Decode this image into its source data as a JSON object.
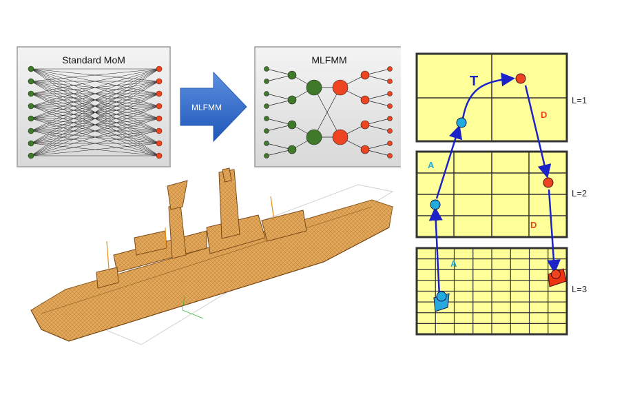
{
  "panels": {
    "mom_title": "Standard MoM",
    "mlfmm_title": "MLFMM",
    "arrow_label": "MLFMM"
  },
  "grid": {
    "levels": [
      "L=1",
      "L=2",
      "L=3"
    ],
    "letter_T": "T",
    "letter_D1": "D",
    "letter_A2": "A",
    "letter_D2": "D",
    "letter_A3": "A"
  },
  "colors": {
    "source_green": "#3e7a2a",
    "target_red": "#ee4422",
    "arrow_blue": "#2b66c4",
    "grid_fill": "#ffff99",
    "path_blue": "#1a22c8",
    "node_cyan": "#22aadd",
    "ship_orange": "#e0a050"
  },
  "icons": {
    "transform_arrow": "right-arrow-icon"
  }
}
